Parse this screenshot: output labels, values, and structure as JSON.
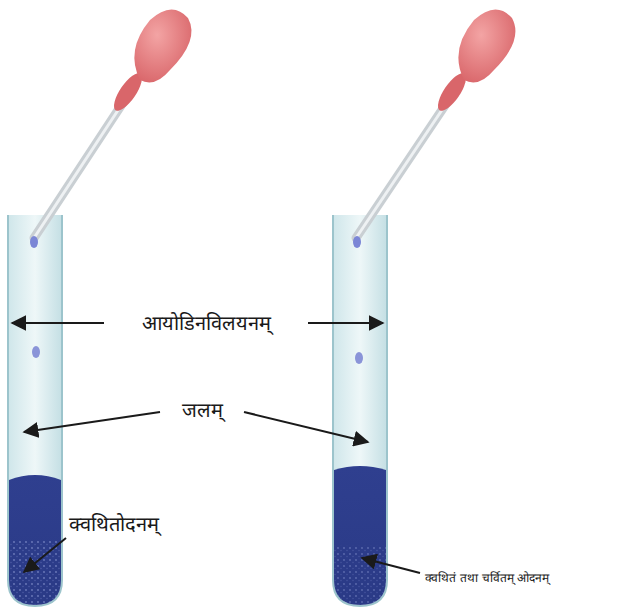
{
  "diagram": {
    "labels": [
      "आयोडिनविलयनम्",
      "जलम्",
      "क्वथितोदनम्",
      "क्वथितं तथा चर्वितम् ओदनम्"
    ]
  }
}
